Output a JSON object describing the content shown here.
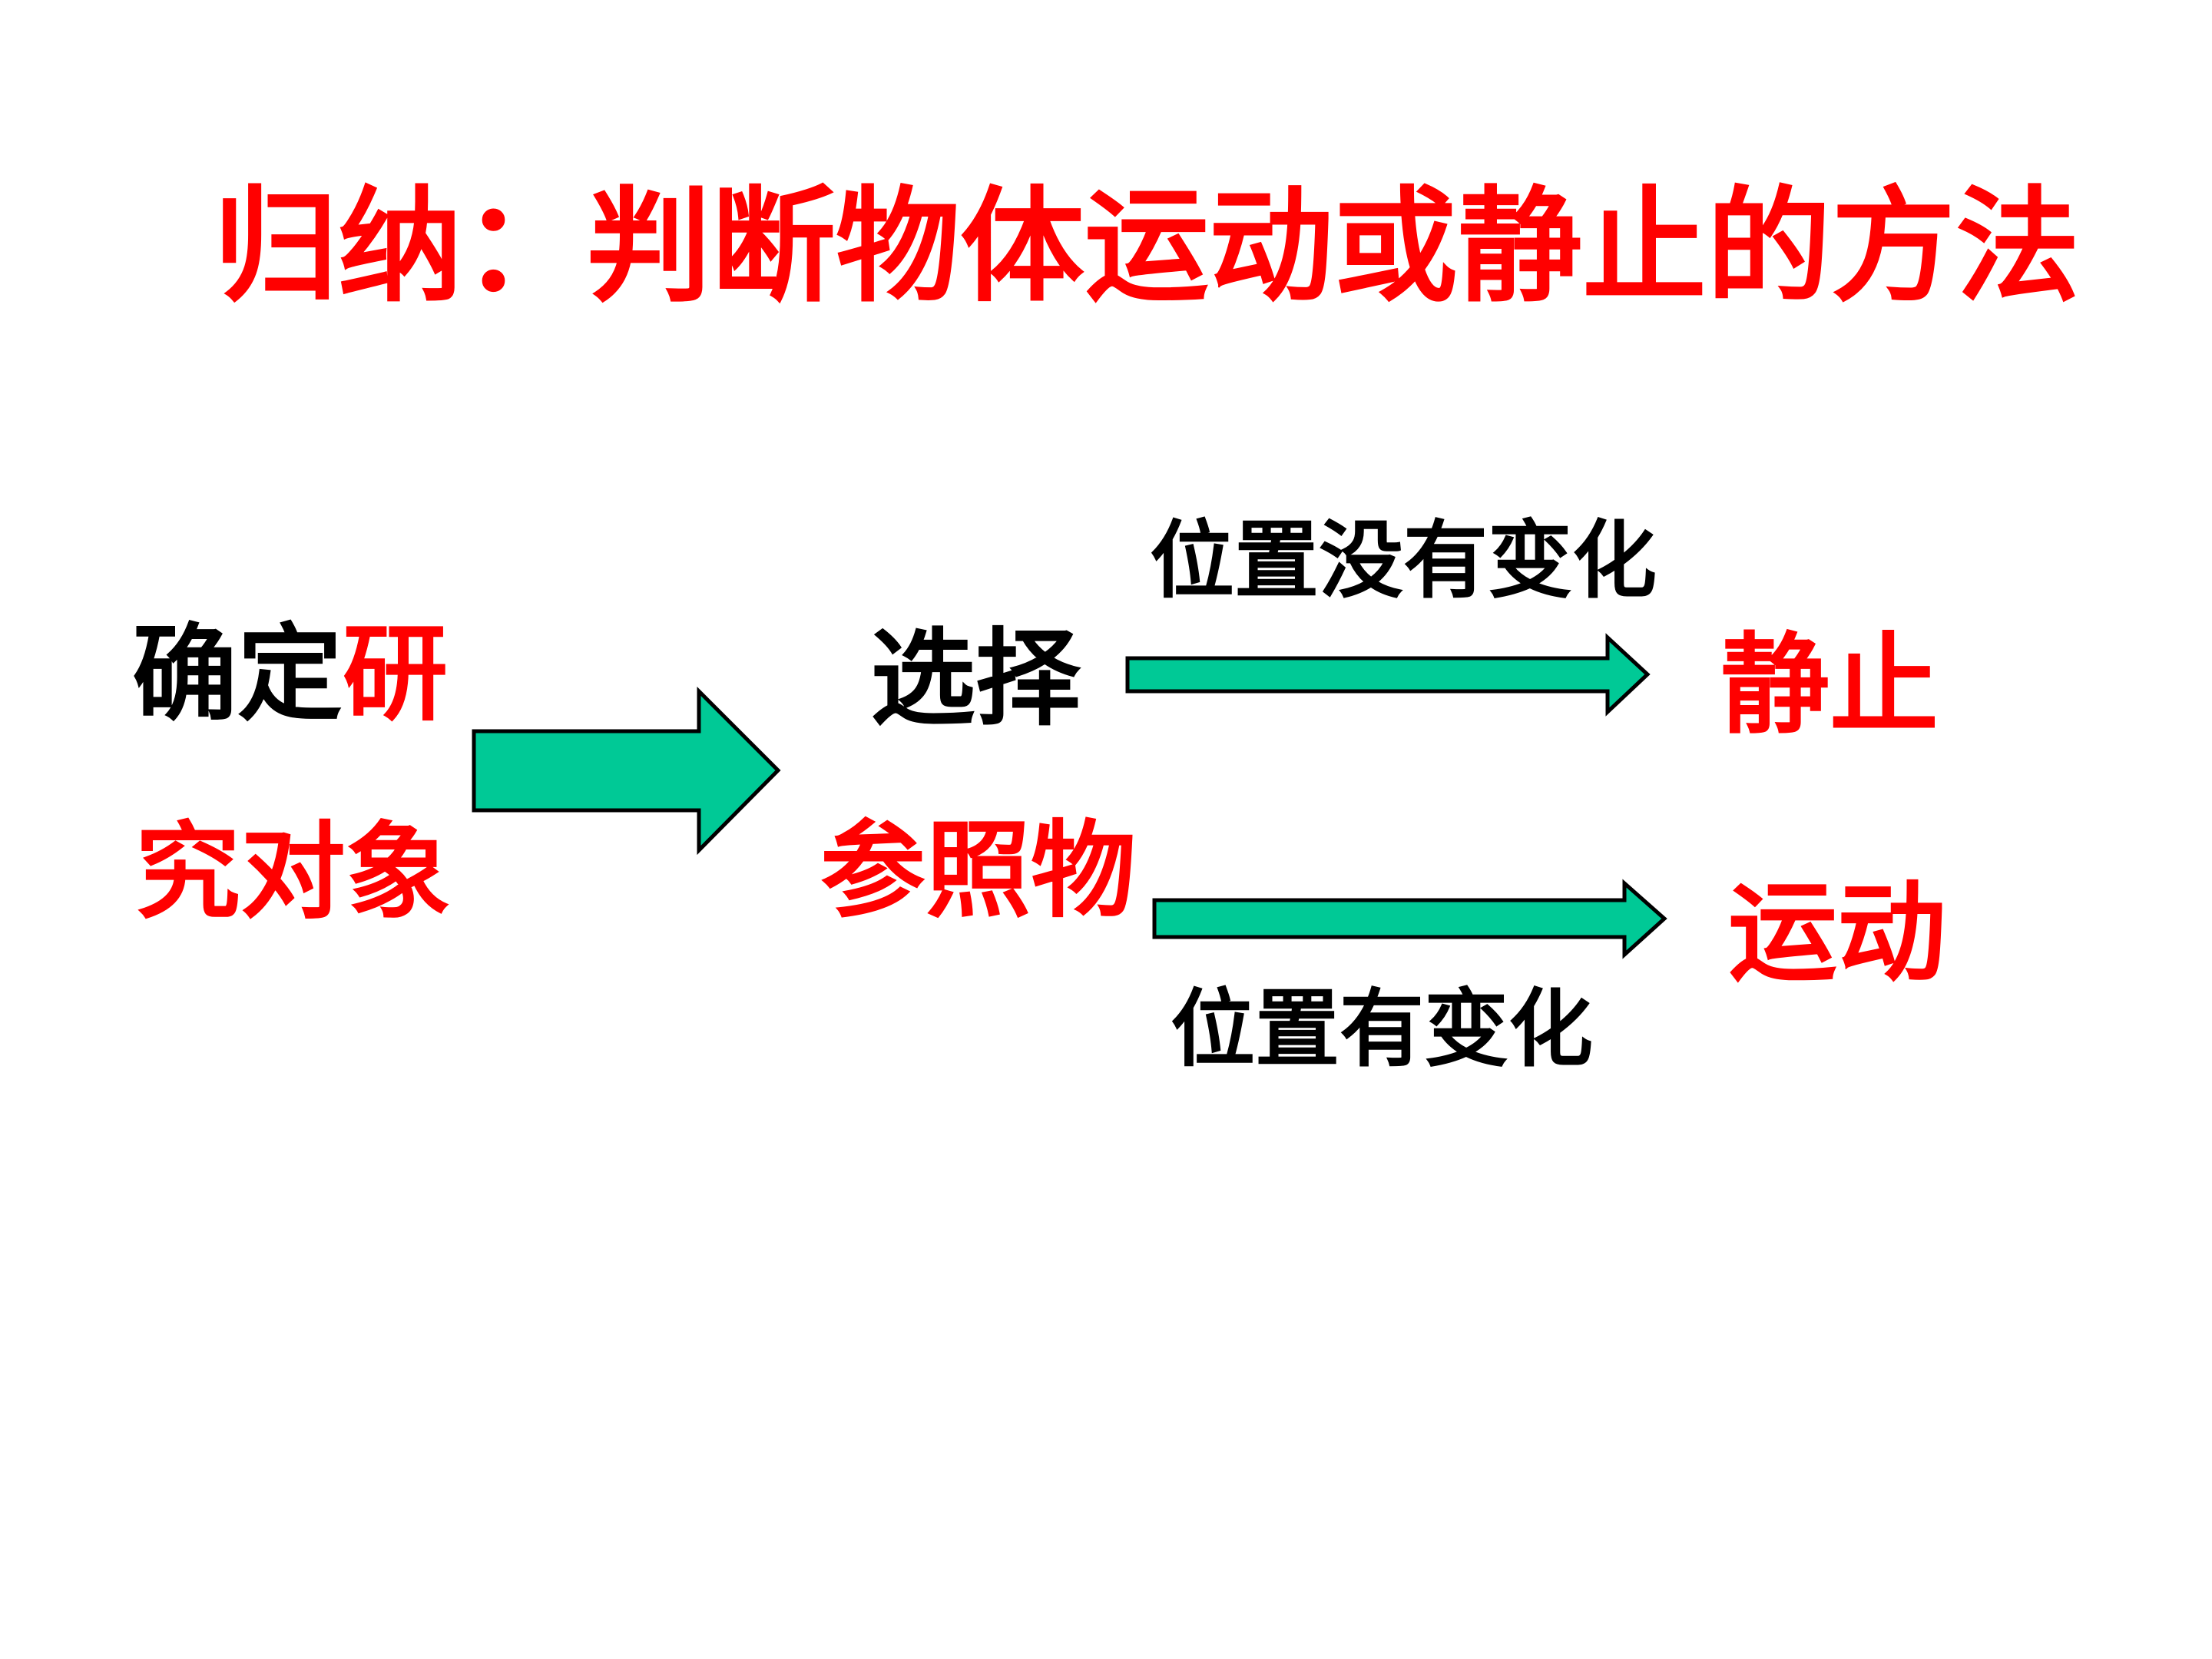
{
  "title": {
    "text": "归纳：判断物体运动或静止的方法"
  },
  "flow": {
    "step1": {
      "part_black": "确定",
      "part_red": "研",
      "line2": "究对象"
    },
    "step2": {
      "line1": "选择",
      "line2": "参照物"
    },
    "branch_static": {
      "condition": "位置没有变化",
      "outcome": "静止"
    },
    "branch_moving": {
      "condition": "位置有变化",
      "outcome": "运动"
    }
  },
  "colors": {
    "red": "#ff0000",
    "black": "#000000",
    "arrow_fill": "#00c996",
    "arrow_outline": "#000000",
    "background": "#ffffff"
  }
}
